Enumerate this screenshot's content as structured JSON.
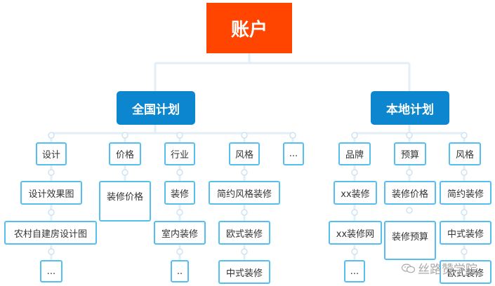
{
  "root": {
    "label": "账户"
  },
  "plans": [
    {
      "label": "全国计划",
      "groups": [
        {
          "label": "设计",
          "items": [
            "设计效果图",
            "农村自建房设计图",
            "..."
          ]
        },
        {
          "label": "价格",
          "items": [
            "装修价格"
          ]
        },
        {
          "label": "行业",
          "items": [
            "装修",
            "室内装修",
            ".."
          ]
        },
        {
          "label": "风格",
          "items": [
            "简约风格装修",
            "欧式装修",
            "中式装修"
          ]
        },
        {
          "label": "...",
          "items": []
        }
      ]
    },
    {
      "label": "本地计划",
      "groups": [
        {
          "label": "品牌",
          "items": [
            "xx装修",
            "xx装修网",
            "..."
          ]
        },
        {
          "label": "预算",
          "items": [
            "装修价格",
            "装修预算"
          ]
        },
        {
          "label": "风格",
          "items": [
            "简约装修",
            "中式装修",
            "欧式装修"
          ]
        }
      ]
    }
  ],
  "watermark": {
    "text": "丝路赞学院",
    "icon": "wechat-icon"
  }
}
